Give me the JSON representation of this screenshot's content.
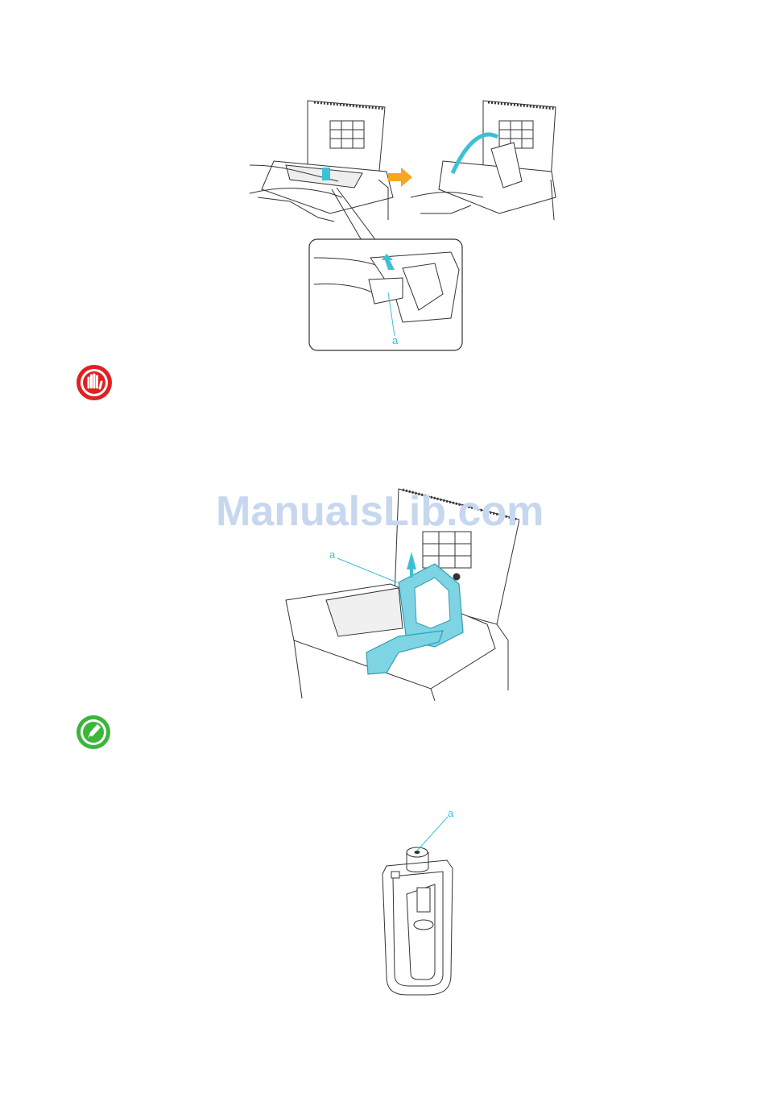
{
  "figure_top": {
    "callout_label": "a"
  },
  "figure_middle": {
    "callout_label": "a"
  },
  "figure_bottom": {
    "callout_label": "a"
  },
  "icons": {
    "important": "stop-hand-icon",
    "note": "pencil-note-icon"
  },
  "watermark": {
    "text": "ManualsLib.com"
  },
  "colors": {
    "accent_cyan": "#3cc0d6",
    "arrow_orange": "#f5a623",
    "important_red": "#e02020",
    "note_green": "#3bb53b",
    "watermark": "#c6d7ef"
  }
}
